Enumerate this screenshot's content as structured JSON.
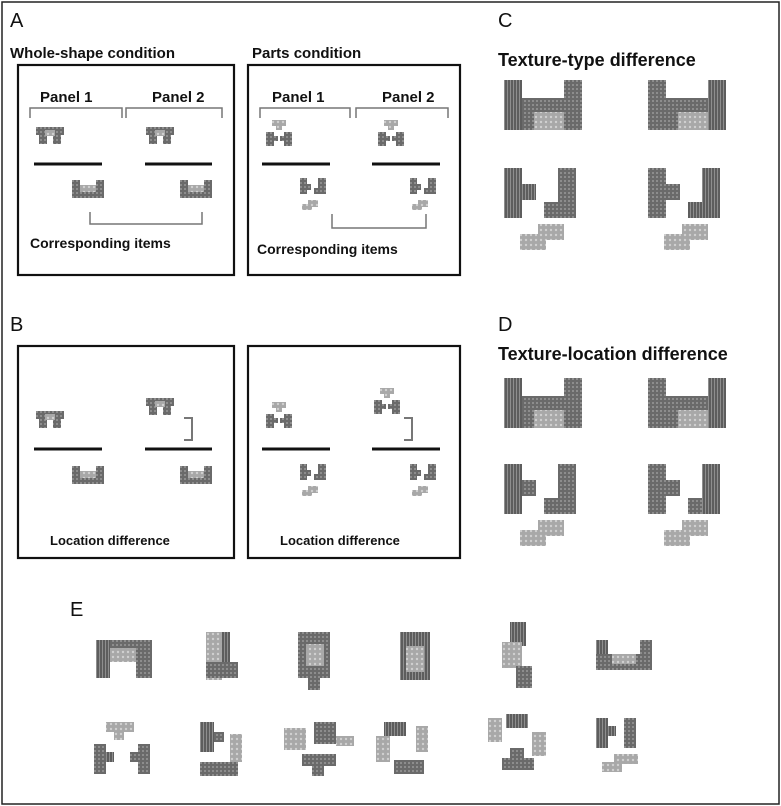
{
  "panels": {
    "A": {
      "letter": "A",
      "whole_title": "Whole-shape condition",
      "parts_title": "Parts condition",
      "panel1_label": "Panel 1",
      "panel2_label": "Panel 2",
      "corresponding_label": "Corresponding items"
    },
    "B": {
      "letter": "B",
      "location_label": "Location difference"
    },
    "C": {
      "letter": "C",
      "title": "Texture-type difference"
    },
    "D": {
      "letter": "D",
      "title": "Texture-location difference"
    },
    "E": {
      "letter": "E"
    }
  },
  "colors": {
    "dark_part": "#6b6b6b",
    "mid_part": "#8a8a8a",
    "light_part": "#b9b9b9",
    "line": "#111111",
    "bracket": "#777777"
  }
}
